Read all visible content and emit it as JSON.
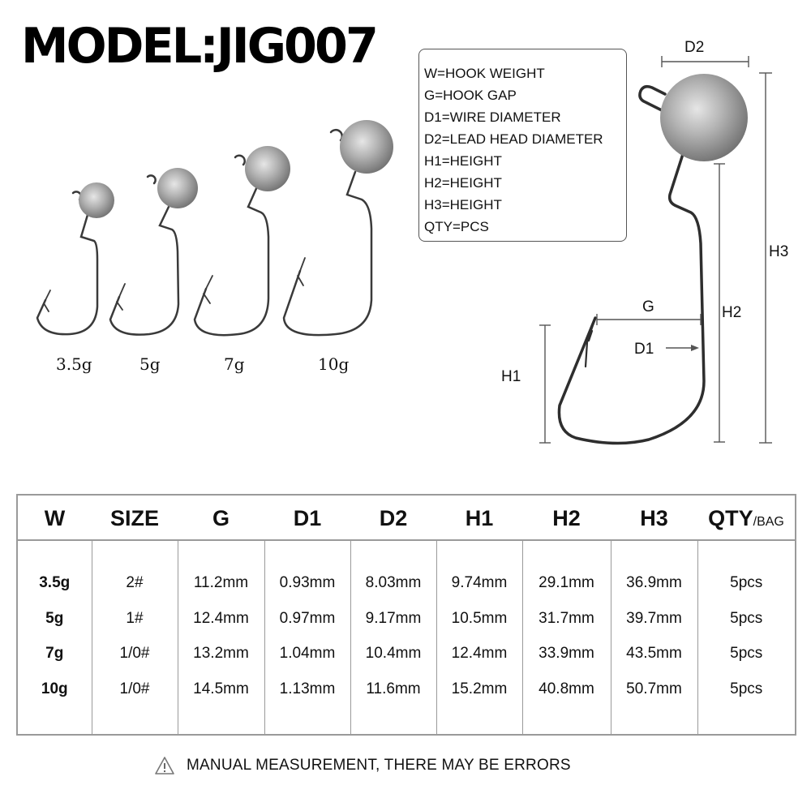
{
  "title": "MODEL:JIG007",
  "legend": [
    "W=HOOK WEIGHT",
    "G=HOOK GAP",
    "D1=WIRE DIAMETER",
    "D2=LEAD HEAD DIAMETER",
    "H1=HEIGHT",
    "H2=HEIGHT",
    "H3=HEIGHT",
    "QTY=PCS"
  ],
  "hook_variants": [
    {
      "weight": "3.5g"
    },
    {
      "weight": "5g"
    },
    {
      "weight": "7g"
    },
    {
      "weight": "10g"
    }
  ],
  "diagram_labels": {
    "d2": "D2",
    "h3": "H3",
    "h2": "H2",
    "g": "G",
    "d1": "D1",
    "h1": "H1"
  },
  "table": {
    "headers": [
      "W",
      "SIZE",
      "G",
      "D1",
      "D2",
      "H1",
      "H2",
      "H3",
      "QTY"
    ],
    "qty_suffix": "/BAG",
    "rows": [
      [
        "3.5g",
        "2#",
        "11.2mm",
        "0.93mm",
        "8.03mm",
        "9.74mm",
        "29.1mm",
        "36.9mm",
        "5pcs"
      ],
      [
        "5g",
        "1#",
        "12.4mm",
        "0.97mm",
        "9.17mm",
        "10.5mm",
        "31.7mm",
        "39.7mm",
        "5pcs"
      ],
      [
        "7g",
        "1/0#",
        "13.2mm",
        "1.04mm",
        "10.4mm",
        "12.4mm",
        "33.9mm",
        "43.5mm",
        "5pcs"
      ],
      [
        "10g",
        "1/0#",
        "14.5mm",
        "1.13mm",
        "11.6mm",
        "15.2mm",
        "40.8mm",
        "50.7mm",
        "5pcs"
      ]
    ]
  },
  "note": {
    "icon": "warning-triangle-icon",
    "text": "MANUAL MEASUREMENT, THERE MAY BE ERRORS"
  }
}
